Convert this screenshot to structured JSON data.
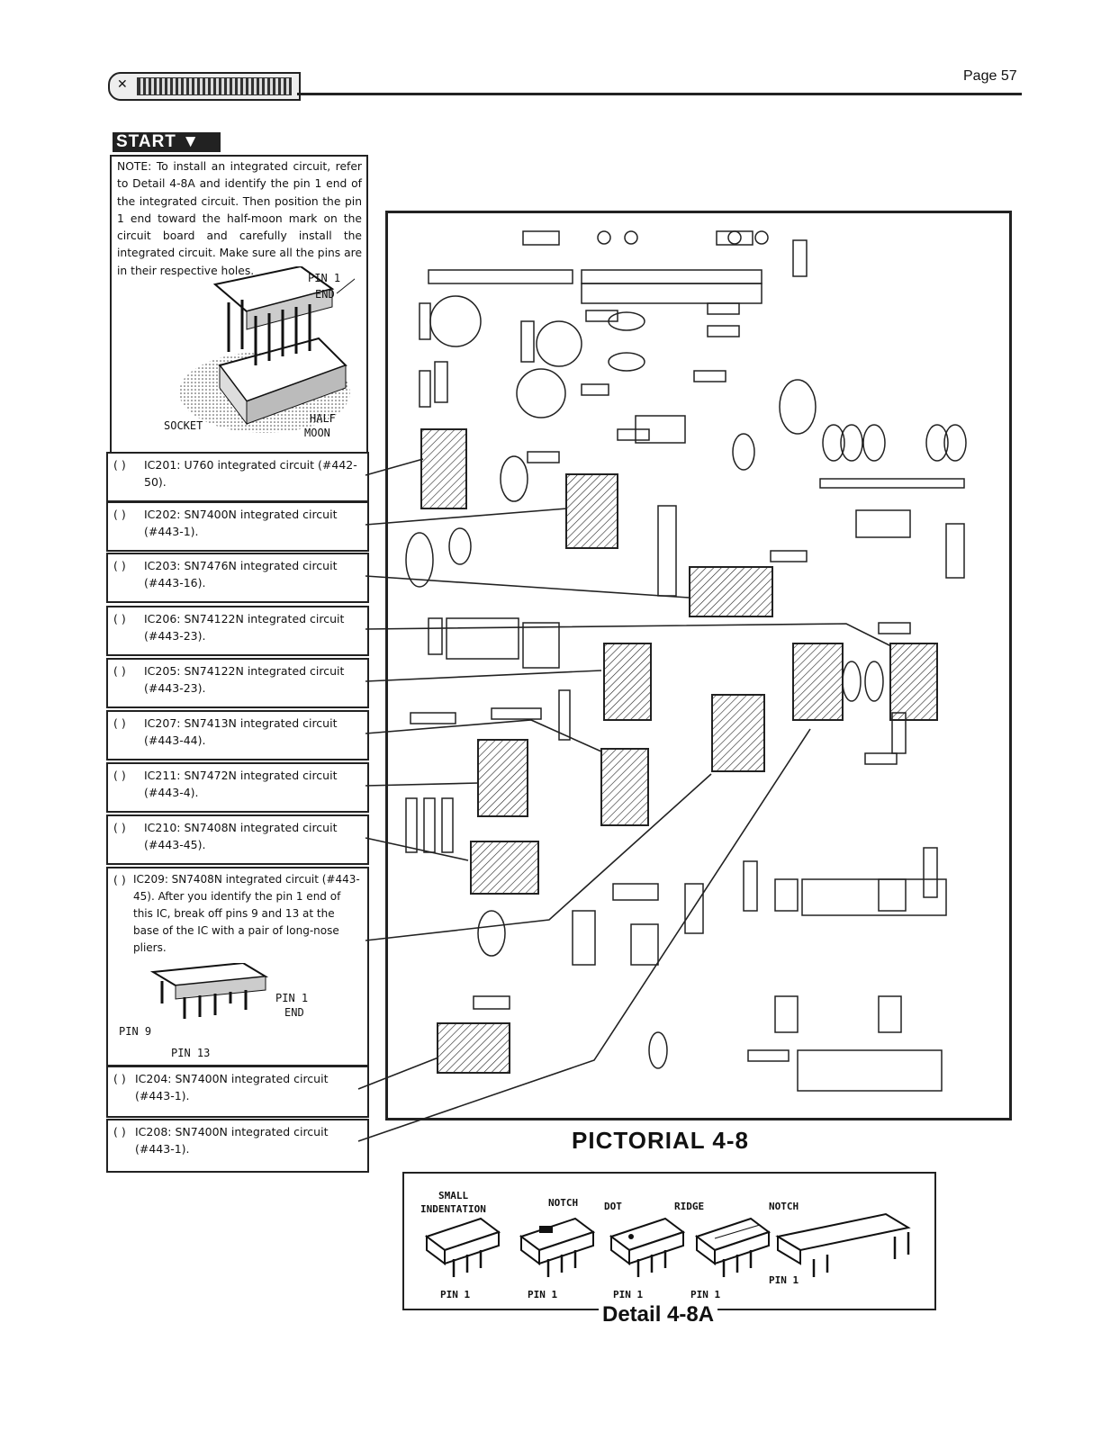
{
  "header": {
    "page_number": "Page 57"
  },
  "start_label": "START",
  "note": {
    "text": "NOTE: To install an integrated circuit, refer to Detail 4-8A and identify the pin 1 end of the integrated circuit. Then position the pin 1 end toward the half-moon mark on the circuit board and carefully install the integrated circuit. Make sure all the pins are in their respective holes.",
    "pin1_label": "PIN 1",
    "end_label": "END",
    "socket_label": "SOCKET",
    "half_label": "HALF",
    "moon_label": "MOON"
  },
  "steps": [
    {
      "check": "( )",
      "text": "IC201: U760 integrated circuit (#442-50)."
    },
    {
      "check": "( )",
      "text": "IC202: SN7400N integrated circuit (#443-1)."
    },
    {
      "check": "( )",
      "text": "IC203: SN7476N integrated circuit (#443-16)."
    },
    {
      "check": "( )",
      "text": "IC206: SN74122N integrated circuit (#443-23)."
    },
    {
      "check": "( )",
      "text": "IC205: SN74122N integrated circuit (#443-23)."
    },
    {
      "check": "( )",
      "text": "IC207: SN7413N integrated circuit (#443-44)."
    },
    {
      "check": "( )",
      "text": "IC211: SN7472N integrated circuit (#443-4)."
    },
    {
      "check": "( )",
      "text": "IC210: SN7408N integrated circuit (#443-45)."
    },
    {
      "check": "( )",
      "text": "IC209: SN7408N integrated circuit (#443-45). After you identify the pin 1 end of this IC, break off pins 9 and 13 at the base of the IC with a pair of long-nose pliers."
    },
    {
      "check": "( )",
      "text": "IC204: SN7400N integrated circuit (#443-1)."
    },
    {
      "check": "( )",
      "text": "IC208: SN7400N integrated circuit (#443-1)."
    }
  ],
  "ic209_figure": {
    "pin1": "PIN 1",
    "end": "END",
    "pin9": "PIN 9",
    "pin13": "PIN 13"
  },
  "pictorial_caption": "PICTORIAL 4-8",
  "detail": {
    "caption": "Detail 4-8A",
    "labels": [
      "SMALL",
      "INDENTATION",
      "NOTCH",
      "DOT",
      "RIDGE",
      "NOTCH"
    ],
    "pin_labels": [
      "PIN 1",
      "PIN 1",
      "PIN 1",
      "PIN 1",
      "PIN 1"
    ]
  }
}
